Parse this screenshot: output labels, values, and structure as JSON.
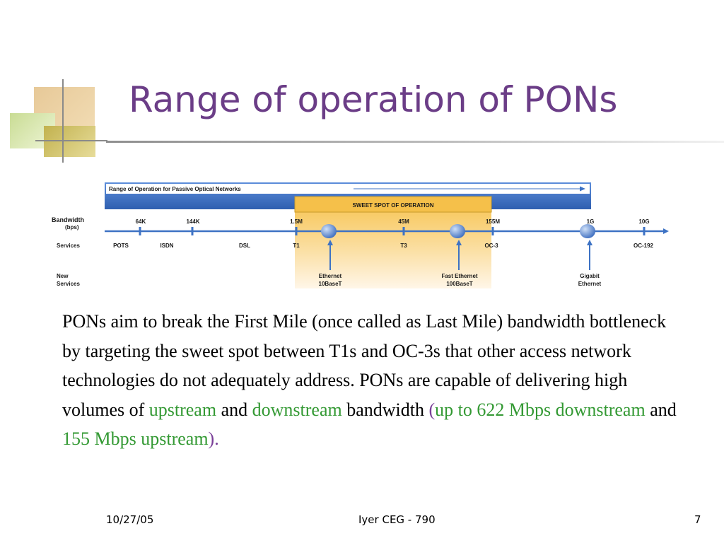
{
  "title": "Range of operation of PONs",
  "figure": {
    "range_label": "Range of Operation for Passive Optical Networks",
    "sweet_spot_label": "SWEET SPOT OF OPERATION",
    "row_labels": {
      "bandwidth": "Bandwidth",
      "bandwidth_unit": "(bps)",
      "services": "Services",
      "new_services_line1": "New",
      "new_services_line2": "Services"
    },
    "bandwidth_ticks": [
      "64K",
      "144K",
      "1.5M",
      "45M",
      "155M",
      "1G",
      "10G"
    ],
    "services": [
      "POTS",
      "ISDN",
      "DSL",
      "T1",
      "T3",
      "OC-3",
      "OC-192"
    ],
    "new_services": [
      {
        "line1": "Ethernet",
        "line2": "10BaseT"
      },
      {
        "line1": "Fast Ethernet",
        "line2": "100BaseT"
      },
      {
        "line1": "Gigabit",
        "line2": "Ethernet"
      }
    ],
    "colors": {
      "range_bar": "#4a7bd0",
      "sweet_spot": "#f5c04a",
      "marker": "#5b8fd6",
      "axis": "#3d72c4"
    }
  },
  "paragraph": {
    "p1": "PONs aim to break the First Mile (once called as Last Mile) bandwidth bottleneck by targeting the sweet spot between T1s and OC-3s that other access network technologies do not adequately address. PONs are capable of delivering high volumes of ",
    "upstream": "upstream",
    "and1": " and ",
    "downstream": "downstream",
    "bw": " bandwidth ",
    "paren_open": "(",
    "down_rate": "up to 622 Mbps downstream",
    "and2": " and ",
    "up_rate": "155 Mbps upstream",
    "paren_close": ")."
  },
  "footer": {
    "date": "10/27/05",
    "center": "Iyer CEG - 790",
    "page": "7"
  }
}
